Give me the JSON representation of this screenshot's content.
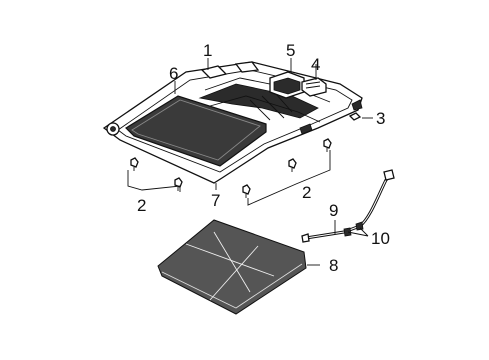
{
  "diagram": {
    "callouts": {
      "c1": "1",
      "c2a": "2",
      "c2b": "2",
      "c3": "3",
      "c4": "4",
      "c5": "5",
      "c6": "6",
      "c7": "7",
      "c8": "8",
      "c9": "9",
      "c10": "10"
    }
  }
}
